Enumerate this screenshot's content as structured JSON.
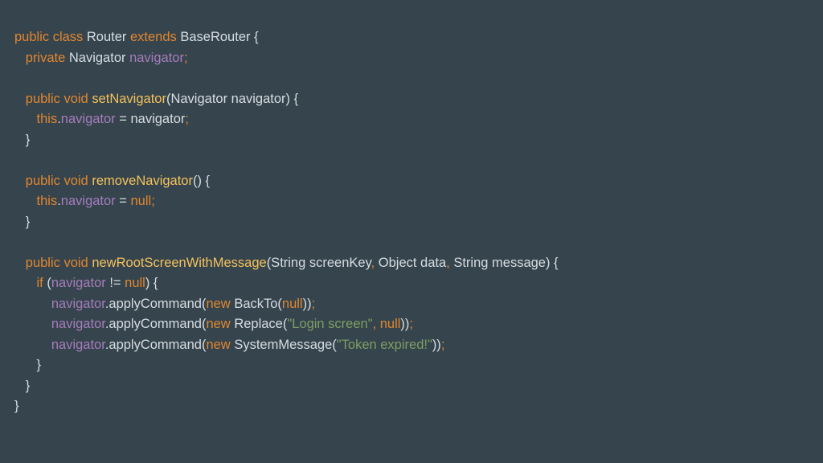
{
  "colors": {
    "background": "#36444d",
    "keyword": "#e0872f",
    "plain": "#d6dde2",
    "field": "#a57dbb",
    "method": "#f4c25d",
    "string": "#7f9e63"
  },
  "code": {
    "lines": [
      [
        [
          "public class ",
          "keyword"
        ],
        [
          "Router ",
          "plain"
        ],
        [
          "extends ",
          "keyword"
        ],
        [
          "BaseRouter {",
          "plain"
        ]
      ],
      [
        [
          "   ",
          "plain"
        ],
        [
          "private ",
          "keyword"
        ],
        [
          "Navigator ",
          "plain"
        ],
        [
          "navigator",
          "field"
        ],
        [
          ";",
          "keyword"
        ]
      ],
      [],
      [
        [
          "   ",
          "plain"
        ],
        [
          "public void ",
          "keyword"
        ],
        [
          "setNavigator",
          "method"
        ],
        [
          "(Navigator navigator) {",
          "plain"
        ]
      ],
      [
        [
          "      ",
          "plain"
        ],
        [
          "this",
          "keyword"
        ],
        [
          ".",
          "plain"
        ],
        [
          "navigator ",
          "field"
        ],
        [
          "= navigator",
          "plain"
        ],
        [
          ";",
          "keyword"
        ]
      ],
      [
        [
          "   }",
          "plain"
        ]
      ],
      [],
      [
        [
          "   ",
          "plain"
        ],
        [
          "public void ",
          "keyword"
        ],
        [
          "removeNavigator",
          "method"
        ],
        [
          "() {",
          "plain"
        ]
      ],
      [
        [
          "      ",
          "plain"
        ],
        [
          "this",
          "keyword"
        ],
        [
          ".",
          "plain"
        ],
        [
          "navigator ",
          "field"
        ],
        [
          "= ",
          "plain"
        ],
        [
          "null",
          "keyword"
        ],
        [
          ";",
          "keyword"
        ]
      ],
      [
        [
          "   }",
          "plain"
        ]
      ],
      [],
      [
        [
          "   ",
          "plain"
        ],
        [
          "public void ",
          "keyword"
        ],
        [
          "newRootScreenWithMessage",
          "method"
        ],
        [
          "(String screenKey",
          "plain"
        ],
        [
          ", ",
          "keyword"
        ],
        [
          "Object data",
          "plain"
        ],
        [
          ", ",
          "keyword"
        ],
        [
          "String message) {",
          "plain"
        ]
      ],
      [
        [
          "      ",
          "plain"
        ],
        [
          "if ",
          "keyword"
        ],
        [
          "(",
          "plain"
        ],
        [
          "navigator ",
          "field"
        ],
        [
          "!= ",
          "plain"
        ],
        [
          "null",
          "keyword"
        ],
        [
          ") {",
          "plain"
        ]
      ],
      [
        [
          "          ",
          "plain"
        ],
        [
          "navigator",
          "field"
        ],
        [
          ".applyCommand(",
          "plain"
        ],
        [
          "new ",
          "keyword"
        ],
        [
          "BackTo(",
          "plain"
        ],
        [
          "null",
          "keyword"
        ],
        [
          "))",
          "plain"
        ],
        [
          ";",
          "keyword"
        ]
      ],
      [
        [
          "          ",
          "plain"
        ],
        [
          "navigator",
          "field"
        ],
        [
          ".applyCommand(",
          "plain"
        ],
        [
          "new ",
          "keyword"
        ],
        [
          "Replace(",
          "plain"
        ],
        [
          "\"Login screen\"",
          "string"
        ],
        [
          ", ",
          "keyword"
        ],
        [
          "null",
          "keyword"
        ],
        [
          "))",
          "plain"
        ],
        [
          ";",
          "keyword"
        ]
      ],
      [
        [
          "          ",
          "plain"
        ],
        [
          "navigator",
          "field"
        ],
        [
          ".applyCommand(",
          "plain"
        ],
        [
          "new ",
          "keyword"
        ],
        [
          "SystemMessage(",
          "plain"
        ],
        [
          "\"Token expired!\"",
          "string"
        ],
        [
          "))",
          "plain"
        ],
        [
          ";",
          "keyword"
        ]
      ],
      [
        [
          "      }",
          "plain"
        ]
      ],
      [
        [
          "   }",
          "plain"
        ]
      ],
      [
        [
          "}",
          "plain"
        ]
      ]
    ]
  }
}
